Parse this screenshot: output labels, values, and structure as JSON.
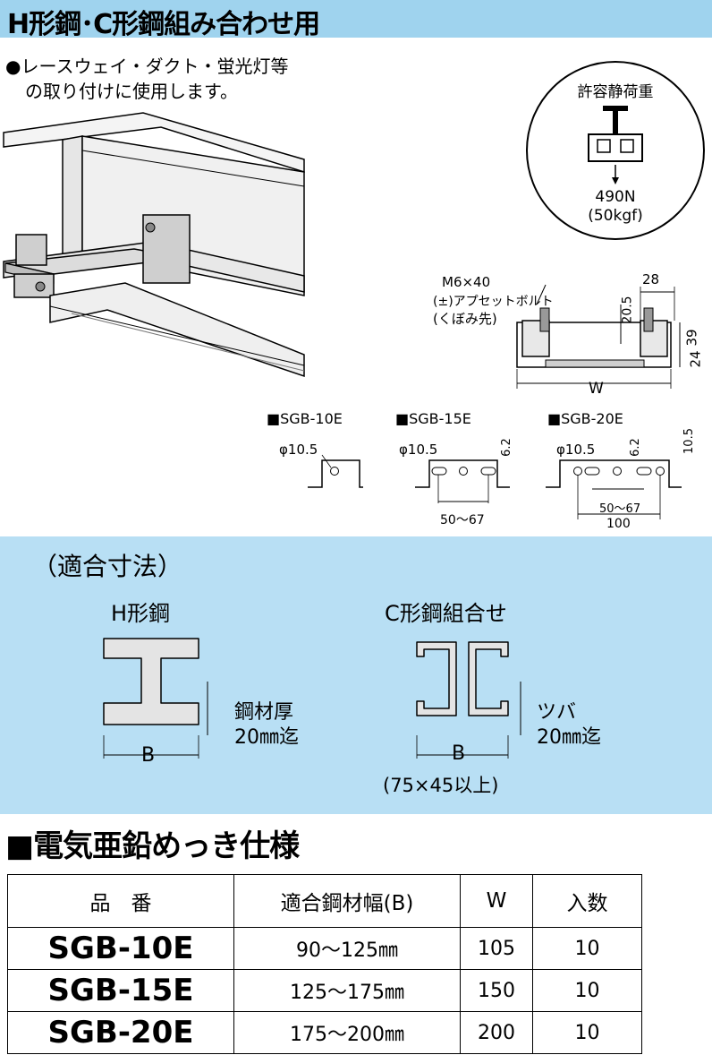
{
  "header": {
    "title": "H形鋼･C形鋼組み合わせ用"
  },
  "intro": {
    "line1": "●レースウェイ・ダクト・蛍光灯等",
    "line2": "の取り付けに使用します。"
  },
  "load": {
    "title": "許容静荷重",
    "value": "490N",
    "kgf": "(50kgf)"
  },
  "dimension_diagram": {
    "bolt_line1": "M6×40",
    "bolt_line2": "(±)アプセットボルト",
    "bolt_line3": "(くぼみ先)",
    "dim_28": "28",
    "dim_205": "20.5",
    "dim_39": "39",
    "dim_24": "24",
    "dim_w": "W"
  },
  "models": [
    {
      "name": "■SGB-10E",
      "hole": "φ10.5"
    },
    {
      "name": "■SGB-15E",
      "hole": "φ10.5",
      "dim_62": "6.2",
      "span": "50～67"
    },
    {
      "name": "■SGB-20E",
      "hole": "φ10.5",
      "dim_62": "6.2",
      "dim_105": "10.5",
      "span": "50～67",
      "total": "100"
    }
  ],
  "fit": {
    "title": "（適合寸法）",
    "h_label": "H形鋼",
    "h_note1": "鋼材厚",
    "h_note2": "20㎜迄",
    "h_b": "B",
    "c_label": "C形鋼組合せ",
    "c_note1": "ツバ",
    "c_note2": "20㎜迄",
    "c_b": "B",
    "c_min": "(75×45以上)"
  },
  "spec": {
    "title": "■電気亜鉛めっき仕様",
    "headers": [
      "品　番",
      "適合鋼材幅(B)",
      "W",
      "入数"
    ],
    "rows": [
      [
        "SGB-10E",
        "90～125㎜",
        "105",
        "10"
      ],
      [
        "SGB-15E",
        "125～175㎜",
        "150",
        "10"
      ],
      [
        "SGB-20E",
        "175～200㎜",
        "200",
        "10"
      ]
    ]
  }
}
